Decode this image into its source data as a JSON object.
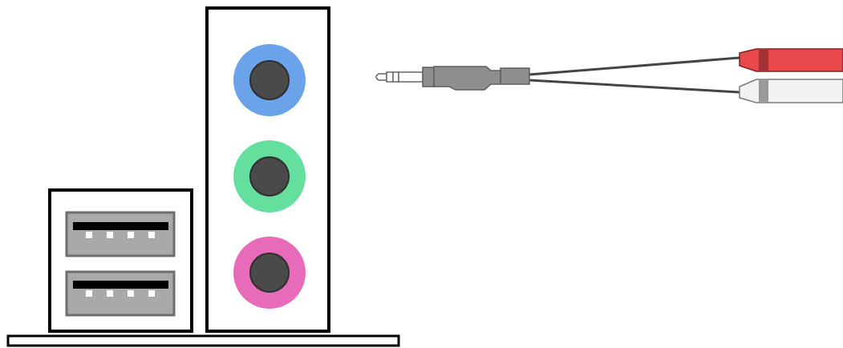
{
  "diagram": {
    "description_free": true,
    "colors": {
      "outline": "#000000",
      "background": "#ffffff",
      "usb_body": "#a9a9a9",
      "usb_border": "#6e6e6e",
      "usb_tongue": "#000000",
      "usb_pin": "#ffffff",
      "jack_center": "#4a4a4a",
      "jack_center_edge": "#2e2e2e"
    },
    "audio_jacks": [
      {
        "name": "line-in",
        "ring_color": "#6aa3ea"
      },
      {
        "name": "line-out",
        "ring_color": "#64df9d"
      },
      {
        "name": "mic",
        "ring_color": "#e76bb9"
      }
    ],
    "usb_ports": [
      {
        "name": "usb-port-top",
        "pins": 4
      },
      {
        "name": "usb-port-bottom",
        "pins": 4
      }
    ],
    "cable": {
      "plug_type": "3.5mm",
      "plug_color": "#8e8e8e",
      "wire_color": "#444444",
      "rca_plugs": [
        {
          "name": "rca-red",
          "color": "#e8474b",
          "band_color": "#a33235"
        },
        {
          "name": "rca-white",
          "color": "#f2f2f2",
          "band_color": "#9a9a9a"
        }
      ]
    }
  }
}
